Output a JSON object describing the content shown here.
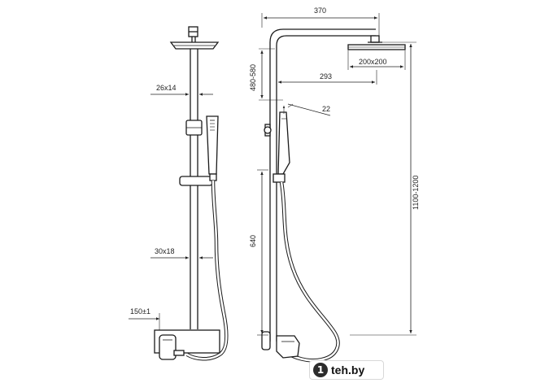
{
  "front_view": {
    "dims": {
      "rail_section": "26x14",
      "lower_section": "30x18",
      "tolerance": "150±1"
    }
  },
  "side_view": {
    "dims": {
      "width": "370",
      "head_size": "200x200",
      "arm_height": "480-580",
      "arm_reach": "293",
      "hand_angle": "22",
      "total_height": "1100-1200",
      "lower_height": "640"
    }
  },
  "watermark": {
    "mark": "1",
    "text": "teh.by"
  }
}
